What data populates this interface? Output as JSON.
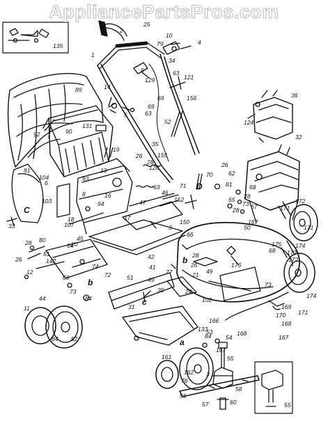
{
  "watermark": "AppliancePartsPros.com",
  "part_labels": [
    "1",
    "2",
    "3",
    "4",
    "5",
    "6",
    "8",
    "9",
    "10",
    "11",
    "12",
    "13",
    "14",
    "16",
    "17",
    "18",
    "19",
    "20",
    "21",
    "24",
    "25",
    "26",
    "28",
    "31",
    "32",
    "33",
    "34",
    "35",
    "36",
    "39",
    "41",
    "42",
    "44",
    "45",
    "46",
    "47",
    "49",
    "50",
    "51",
    "52",
    "53",
    "54",
    "55",
    "56",
    "57",
    "58",
    "60",
    "61",
    "62",
    "63",
    "64",
    "65",
    "66",
    "67",
    "68",
    "69",
    "70",
    "71",
    "72",
    "73",
    "74",
    "76",
    "77",
    "79",
    "80",
    "81",
    "82",
    "84",
    "89",
    "90",
    "91",
    "92",
    "93",
    "94",
    "102",
    "103",
    "104",
    "107",
    "121",
    "124",
    "128",
    "129",
    "131",
    "133",
    "135",
    "142",
    "150",
    "152",
    "155",
    "156",
    "161",
    "162",
    "166",
    "167",
    "168",
    "169",
    "170",
    "171",
    "172",
    "173",
    "174",
    "175",
    "176"
  ],
  "callout_letters": [
    "a",
    "b",
    "c",
    "C",
    "D"
  ]
}
